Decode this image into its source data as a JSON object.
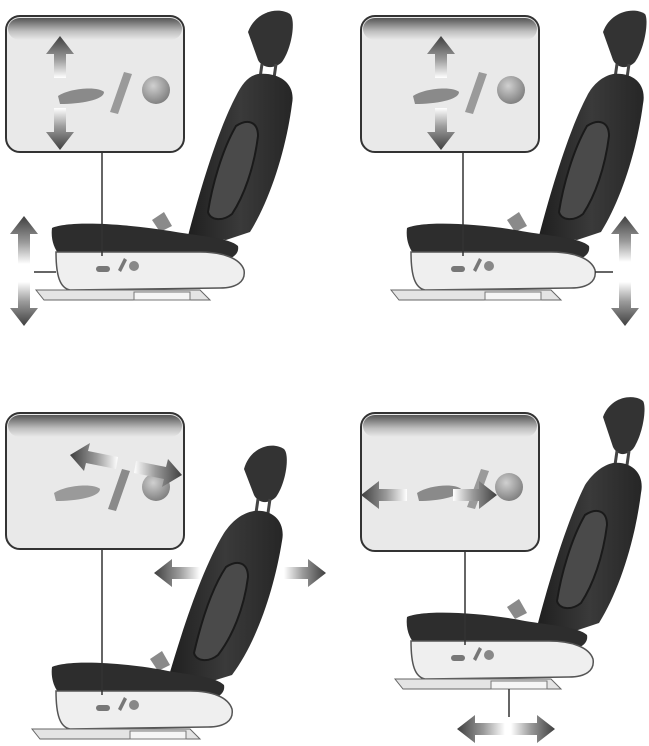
{
  "figure": {
    "panels": [
      {
        "id": "seat-height-front",
        "motion": "up-down",
        "inset_highlight": "front-of-seat-control"
      },
      {
        "id": "seat-height-rear",
        "motion": "up-down",
        "inset_highlight": "rear-of-seat-control"
      },
      {
        "id": "seatback-recline",
        "motion": "forward-back",
        "inset_highlight": "recline-control"
      },
      {
        "id": "seat-slide",
        "motion": "forward-back",
        "inset_highlight": "seat-cushion-control"
      }
    ],
    "colors": {
      "seat_dark": "#2d2d2d",
      "seat_mid": "#5a5a5a",
      "trim_light": "#efefef",
      "arrow": "#4a4a4a",
      "inset_bg": "#e9e9e9",
      "outline": "#3a3a3a"
    },
    "icons": [
      "up-arrow-icon",
      "down-arrow-icon",
      "left-arrow-icon",
      "right-arrow-icon",
      "seat-control-icon"
    ]
  }
}
